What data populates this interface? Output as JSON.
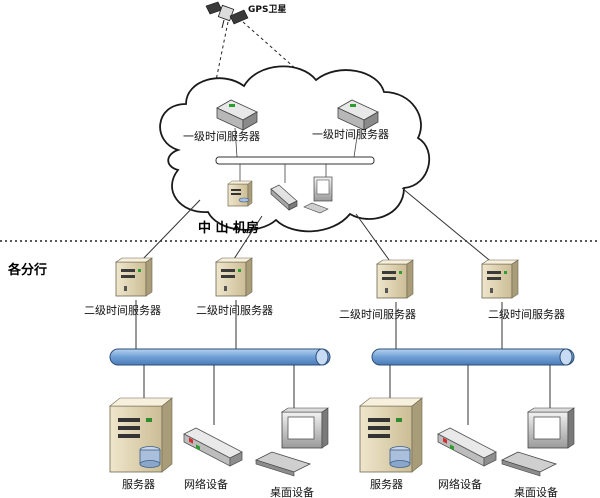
{
  "satellite": {
    "label": "GPS卫星"
  },
  "data_center": {
    "label": "中 山 机房",
    "level1_servers": [
      {
        "label": "一级时间服务器"
      },
      {
        "label": "一级时间服务器"
      }
    ]
  },
  "branches": {
    "label": "各分行",
    "level2_servers": [
      {
        "label": "二级时间服务器"
      },
      {
        "label": "二级时间服务器"
      },
      {
        "label": "二级时间服务器"
      },
      {
        "label": "二级时间服务器"
      }
    ],
    "left_devices": [
      {
        "label": "服务器"
      },
      {
        "label": "网络设备"
      },
      {
        "label": "桌面设备"
      }
    ],
    "right_devices": [
      {
        "label": "服务器"
      },
      {
        "label": "网络设备"
      },
      {
        "label": "桌面设备"
      }
    ]
  }
}
